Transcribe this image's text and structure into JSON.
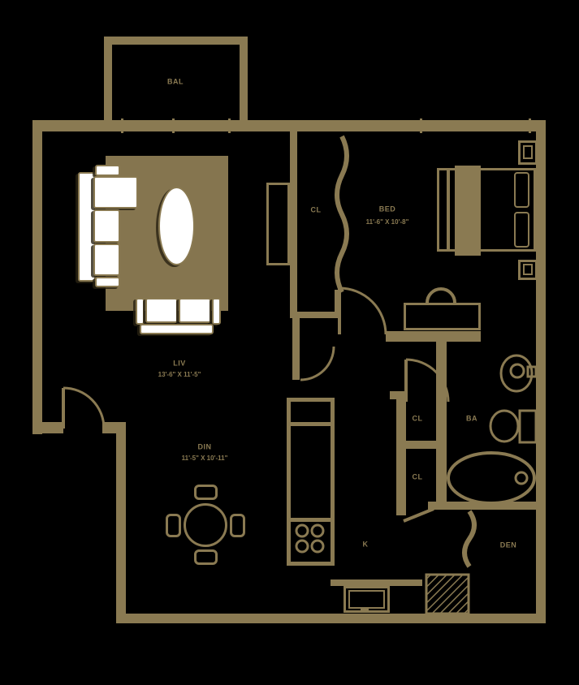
{
  "title": "apartment-floor-plan",
  "colors": {
    "background": "#000000",
    "wall_line": "#8a7a52",
    "furniture_fill": "#ffffff",
    "rug_fill": "#8a7a52"
  },
  "rooms": {
    "balcony": {
      "label": "BAL"
    },
    "living": {
      "label": "LIV",
      "dims": "13'-6\" X 11'-5\""
    },
    "hall_closet": {
      "label": "CL"
    },
    "bedroom": {
      "label": "BED",
      "dims": "11'-6\" X 10'-8\""
    },
    "dining": {
      "label": "DIN",
      "dims": "11'-5\" X 10'-11\""
    },
    "closet_a": {
      "label": "CL"
    },
    "bath": {
      "label": "BA"
    },
    "closet_b": {
      "label": "CL"
    },
    "kitchen": {
      "label": "K"
    },
    "den": {
      "label": "DEN"
    }
  }
}
